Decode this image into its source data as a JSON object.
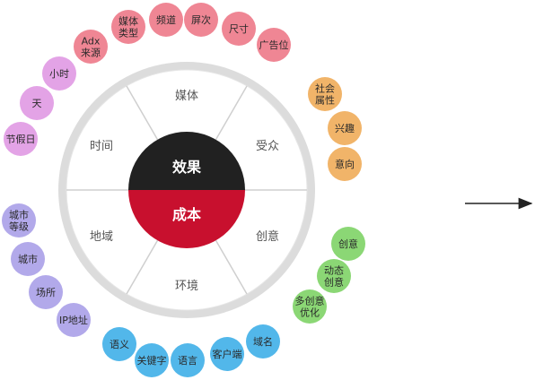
{
  "center": {
    "top": "效果",
    "bottom": "成本"
  },
  "segments": [
    "媒体",
    "受众",
    "创意",
    "环境",
    "地域",
    "时间"
  ],
  "colors": {
    "pink": "#ef8694",
    "orange": "#f1b469",
    "green": "#8bd775",
    "blue": "#52b7ea",
    "lavender": "#b2a9ea",
    "violet": "#e3a3e6",
    "core_top": "#212121",
    "core_bottom": "#c8102e",
    "ring": "#d8d8d8",
    "ring_inner": "#ffffff"
  },
  "bubbles": {
    "media": [
      "Adx 来源",
      "媒体 类型",
      "频道",
      "屏次",
      "尺寸",
      "广告位"
    ],
    "audience": [
      "社会 属性",
      "兴趣",
      "意向"
    ],
    "creative": [
      "创意",
      "动态 创意",
      "多创意 优化"
    ],
    "environment": [
      "语义",
      "关键字",
      "语言",
      "客户端",
      "域名"
    ],
    "region": [
      "城市 等级",
      "城市",
      "场所",
      "IP地址"
    ],
    "time": [
      "节假日",
      "天",
      "小时"
    ]
  }
}
